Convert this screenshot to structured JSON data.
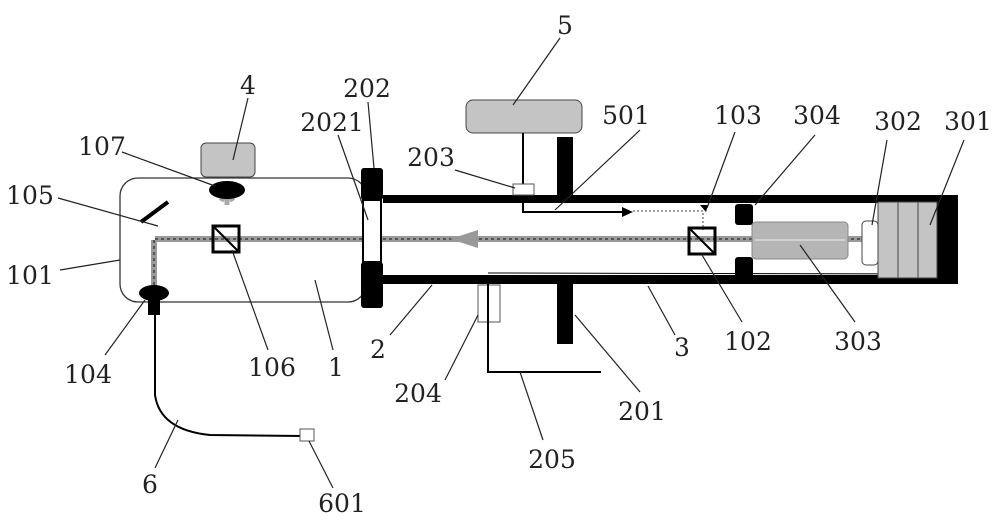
{
  "colors": {
    "component_gray": "#c4c4c4",
    "beam": "#8a8a8a",
    "ink": "#000000"
  },
  "labels": {
    "l1": "1",
    "l2": "2",
    "l3": "3",
    "l4": "4",
    "l5": "5",
    "l6": "6",
    "l101": "101",
    "l102": "102",
    "l103": "103",
    "l104": "104",
    "l105": "105",
    "l106": "106",
    "l107": "107",
    "l201": "201",
    "l202": "202",
    "l2021": "2021",
    "l203": "203",
    "l204": "204",
    "l205": "205",
    "l301": "301",
    "l302": "302",
    "l303": "303",
    "l304": "304",
    "l501": "501",
    "l601": "601"
  }
}
